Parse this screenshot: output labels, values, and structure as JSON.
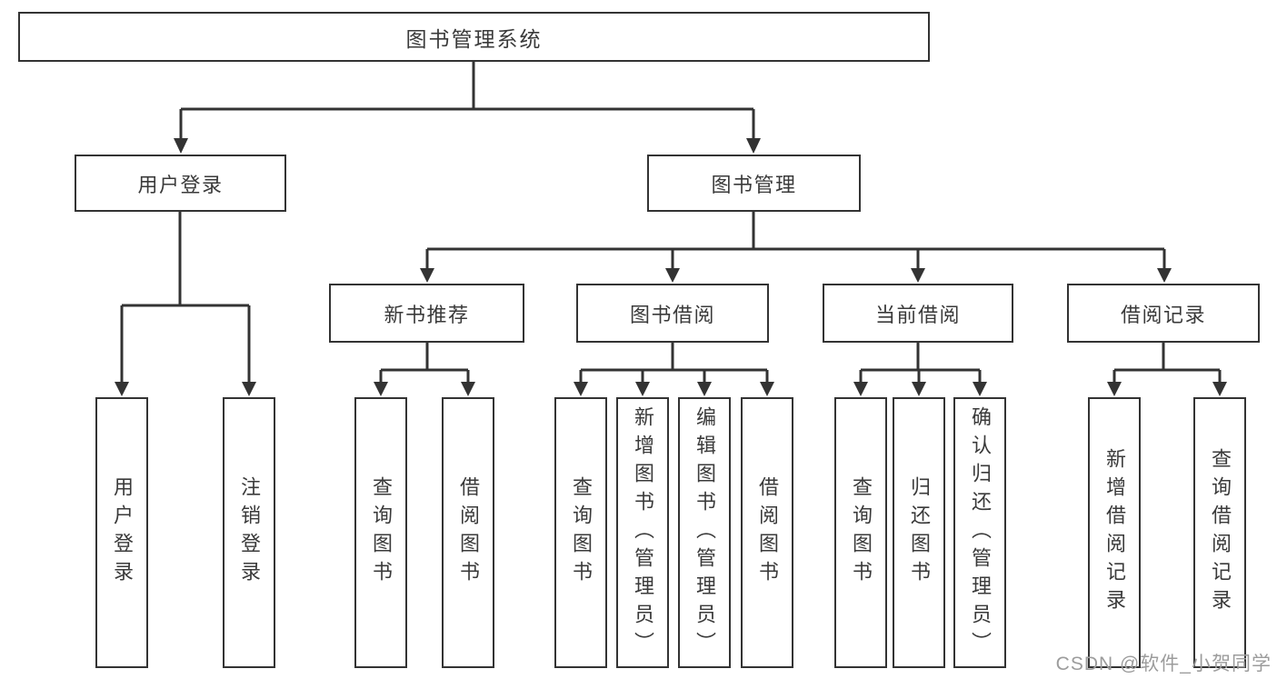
{
  "diagram": {
    "title": "图书管理系统",
    "root": "图书管理系统",
    "branches": [
      {
        "label": "用户登录",
        "children": [
          "用户登录",
          "注销登录"
        ]
      },
      {
        "label": "图书管理",
        "groups": [
          {
            "label": "新书推荐",
            "children": [
              "查询图书",
              "借阅图书"
            ]
          },
          {
            "label": "图书借阅",
            "children": [
              "查询图书",
              "新增图书（管理员）",
              "编辑图书（管理员）",
              "借阅图书"
            ]
          },
          {
            "label": "当前借阅",
            "children": [
              "查询图书",
              "归还图书",
              "确认归还（管理员）"
            ]
          },
          {
            "label": "借阅记录",
            "children": [
              "新增借阅记录",
              "查询借阅记录"
            ]
          }
        ]
      }
    ]
  },
  "colors": {
    "line": "#333333",
    "text": "#3a3a3a",
    "background": "#ffffff",
    "watermark": "#9c9c9c"
  },
  "watermark": "CSDN @软件_小贺同学"
}
